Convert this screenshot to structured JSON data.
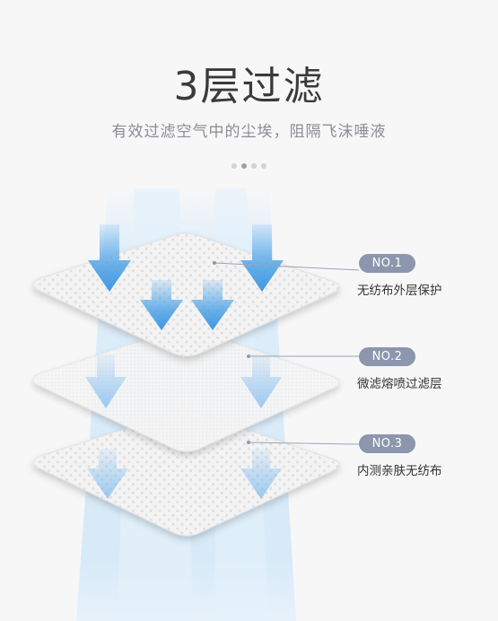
{
  "header": {
    "title": "3层过滤",
    "subtitle": "有效过滤空气中的尘埃，阻隔飞沫唾液"
  },
  "carousel": {
    "count": 4,
    "active": 1
  },
  "layers": [
    {
      "badge": "NO.1",
      "label": "无纺布外层保护"
    },
    {
      "badge": "NO.2",
      "label": "微滤熔喷过滤层"
    },
    {
      "badge": "NO.3",
      "label": "内测亲肤无纺布"
    }
  ],
  "colors": {
    "badge": "#8c96ad",
    "arrow": "#4fa3e6",
    "airflow": "#cfe6f8",
    "layer": "#f2f2f2"
  }
}
